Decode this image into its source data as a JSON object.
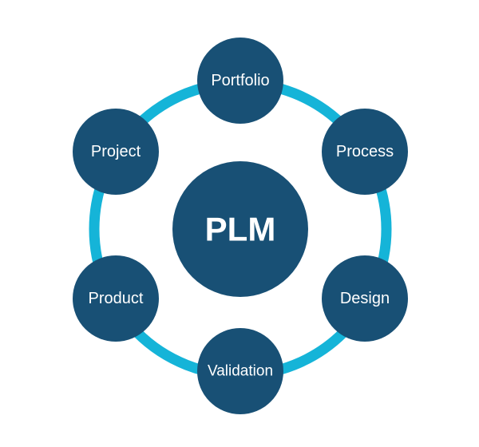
{
  "diagram": {
    "center_label": "PLM",
    "nodes": [
      {
        "id": "portfolio",
        "label": "Portfolio"
      },
      {
        "id": "process",
        "label": "Process"
      },
      {
        "id": "design",
        "label": "Design"
      },
      {
        "id": "validation",
        "label": "Validation"
      },
      {
        "id": "product",
        "label": "Product"
      },
      {
        "id": "project",
        "label": "Project"
      }
    ]
  },
  "colors": {
    "node_fill": "#185075",
    "ring": "#15B4D8",
    "text": "#ffffff",
    "background": "#ffffff"
  }
}
